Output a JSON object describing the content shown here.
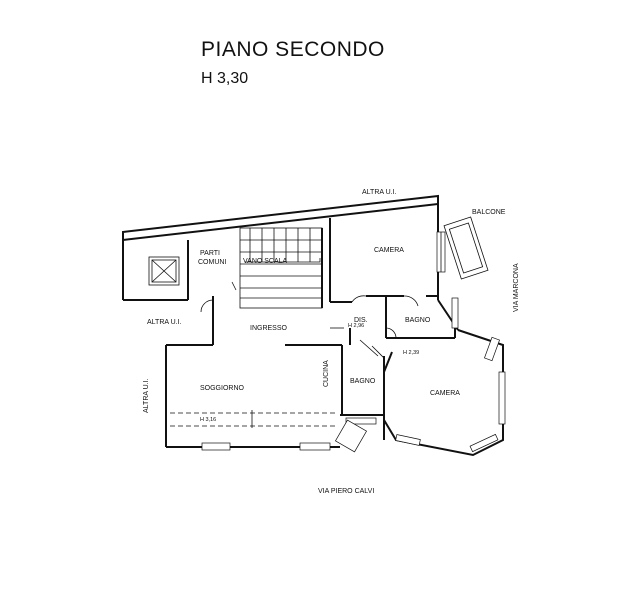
{
  "title": "PIANO SECONDO",
  "subtitle": "H 3,30",
  "rooms": {
    "camera_1": "CAMERA",
    "camera_2": "CAMERA",
    "bagno_1": "BAGNO",
    "bagno_2": "BAGNO",
    "soggiorno": "SOGGIORNO",
    "cucina": "CUCINA",
    "ingresso": "INGRESSO",
    "dis": "DIS.",
    "parti_comuni_1": "PARTI",
    "parti_comuni_2": "COMUNI",
    "vano_scala": "VANO SCALA",
    "balcone": "BALCONE"
  },
  "neighbors": {
    "top": "ALTRA U.I.",
    "left": "ALTRA U.I.",
    "left_vertical": "ALTRA U.I."
  },
  "streets": {
    "bottom": "VIA PIERO CALVI",
    "right": "VIA MARCONA"
  },
  "heights": {
    "dis": "H 2,96",
    "bagno": "H 2,39",
    "soggiorno": "H 3,16"
  }
}
